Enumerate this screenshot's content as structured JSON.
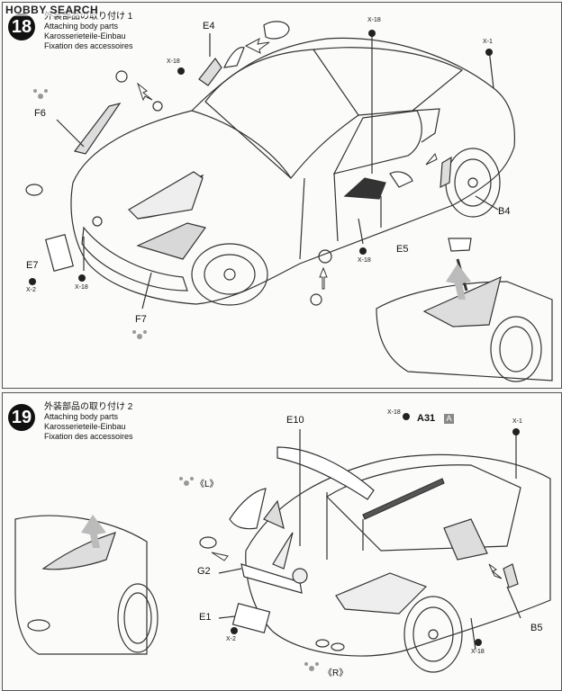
{
  "watermark": "HOBBY SEARCH",
  "steps": [
    {
      "number": "18",
      "title_jp": "外装部品の取り付け 1",
      "title_en": "Attaching body parts",
      "title_de": "Karosserieteile-Einbau",
      "title_fr": "Fixation des accessoires",
      "parts": {
        "e4": "E4",
        "x18a": "X-18",
        "x18b": "X-18",
        "x1": "X-1",
        "f6": "F6",
        "b4": "B4",
        "e7": "E7",
        "x2": "X-2",
        "x18c": "X-18",
        "f7": "F7",
        "x18d": "X-18",
        "e5": "E5"
      }
    },
    {
      "number": "19",
      "title_jp": "外装部品の取り付け 2",
      "title_en": "Attaching body parts",
      "title_de": "Karosserieteile-Einbau",
      "title_fr": "Fixation des accessoires",
      "parts": {
        "x18top": "X-18",
        "a31": "A31",
        "a_badge": "A",
        "x1": "X-1",
        "e10": "E10",
        "left": "《L》",
        "g2": "G2",
        "e1": "E1",
        "x2": "X-2",
        "b5": "B5",
        "x18bottom": "X-18",
        "right": "《R》"
      }
    }
  ]
}
